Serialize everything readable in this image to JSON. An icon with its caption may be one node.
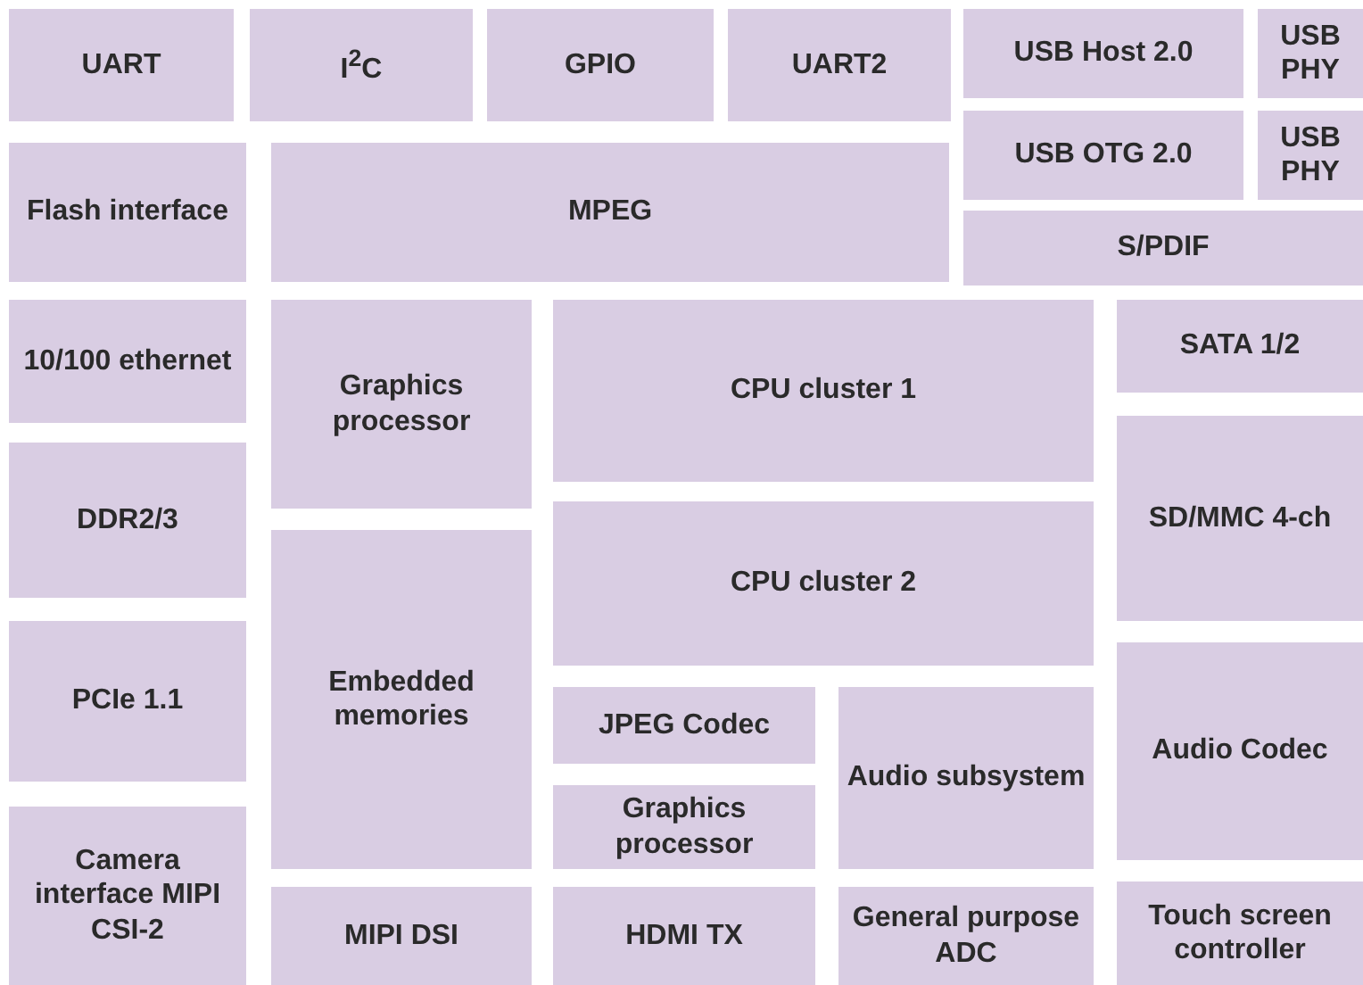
{
  "diagram": {
    "nodes": [
      {
        "text": [
          "UART"
        ]
      },
      {
        "text": [
          "I$^{2}$C"
        ]
      },
      {
        "text": [
          "GPIO"
        ]
      },
      {
        "text": [
          "UART2"
        ]
      },
      {
        "text": [
          "USB Host 2.0"
        ]
      },
      {
        "text": [
          "USB PHY"
        ]
      },
      {
        "text": [
          "USB OTG 2.0"
        ]
      },
      {
        "text": [
          "USB PHY"
        ]
      },
      {
        "text": [
          "Flash interface"
        ]
      },
      {
        "text": [
          "MPEG"
        ]
      },
      {
        "text": [
          "S/PDIF"
        ]
      },
      {
        "text": [
          "10/100 ethernet"
        ]
      },
      {
        "text": [
          "Graphics processor"
        ]
      },
      {
        "text": [
          "CPU cluster 1"
        ]
      },
      {
        "text": [
          "SATA 1/2"
        ]
      },
      {
        "text": [
          "DDR2/3"
        ]
      },
      {
        "text": [
          "SD/MMC 4-ch"
        ]
      },
      {
        "text": [
          "CPU cluster 2"
        ]
      },
      {
        "text": [
          "Embedded memories"
        ]
      },
      {
        "text": [
          "PCIe 1.1"
        ]
      },
      {
        "text": [
          "JPEG Codec"
        ]
      },
      {
        "text": [
          "Audio subsystem"
        ]
      },
      {
        "text": [
          "Audio Codec"
        ]
      },
      {
        "text": [
          "Graphics processor"
        ]
      },
      {
        "text": [
          "Camera interface MIPI CSI-2"
        ]
      },
      {
        "text": [
          "MIPI DSI"
        ]
      },
      {
        "text": [
          "HDMI TX"
        ]
      },
      {
        "text": [
          "General purpose ADC"
        ]
      },
      {
        "text": [
          "Touch screen controller"
        ]
      }
    ]
  }
}
